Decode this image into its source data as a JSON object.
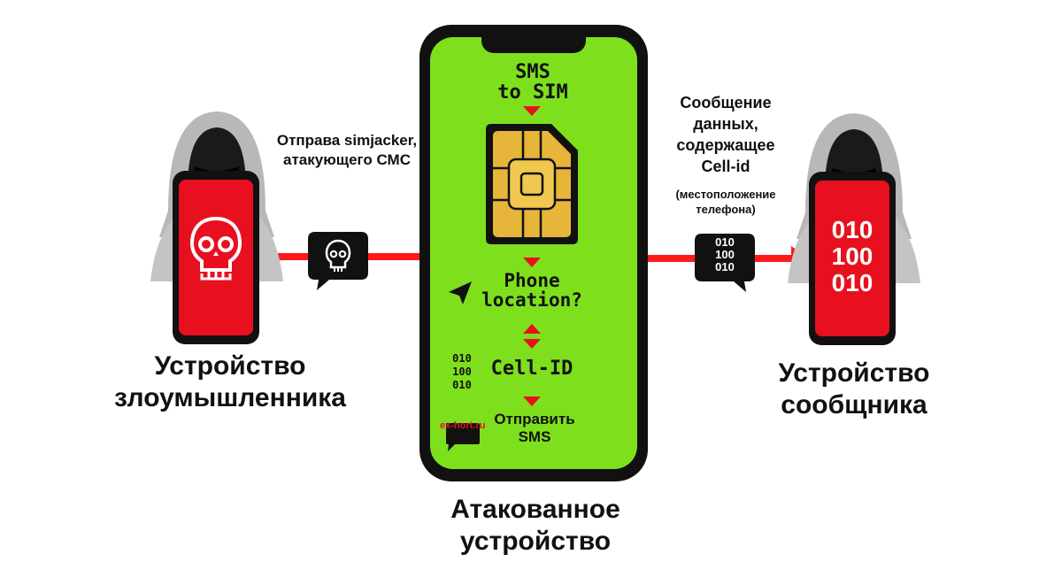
{
  "labels": {
    "attacker_device": [
      "Устройство",
      "злоумышленника"
    ],
    "attacked_device": [
      "Атакованное",
      "устройство"
    ],
    "accomplice_device": [
      "Устройство",
      "сообщника"
    ],
    "send_sms_caption": [
      "Отправа simjacker,",
      "атакующего СМС"
    ],
    "data_message_caption": [
      "Сообщение",
      "данных,",
      "содержащее",
      "Cell-id"
    ],
    "location_note": [
      "(местоположение",
      "телефона)"
    ]
  },
  "phone_screen": {
    "sms_to_sim": [
      "SMS",
      "to SIM"
    ],
    "phone_location": [
      "Phone",
      "location?"
    ],
    "cell_id": "Cell-ID",
    "binary_lines": [
      "010",
      "100",
      "010"
    ],
    "send_sms": [
      "Отправить",
      "SMS"
    ],
    "watermark": "ex-hort.ru"
  },
  "accomplice_phone": {
    "binary_lines": [
      "010",
      "100",
      "010"
    ]
  },
  "data_bubble": {
    "binary_lines": [
      "010",
      "100",
      "010"
    ]
  },
  "colors": {
    "arrow_red": "#ff1a1a",
    "phone_green": "#7ee01c",
    "device_red": "#e8101e",
    "black": "#111111",
    "hood_grey": "#b8b8b8",
    "sim_gold": "#e6b53a"
  },
  "icons": [
    "hacker-icon",
    "skull-icon",
    "sim-card-icon",
    "location-arrow-icon",
    "chat-bubble-icon"
  ]
}
